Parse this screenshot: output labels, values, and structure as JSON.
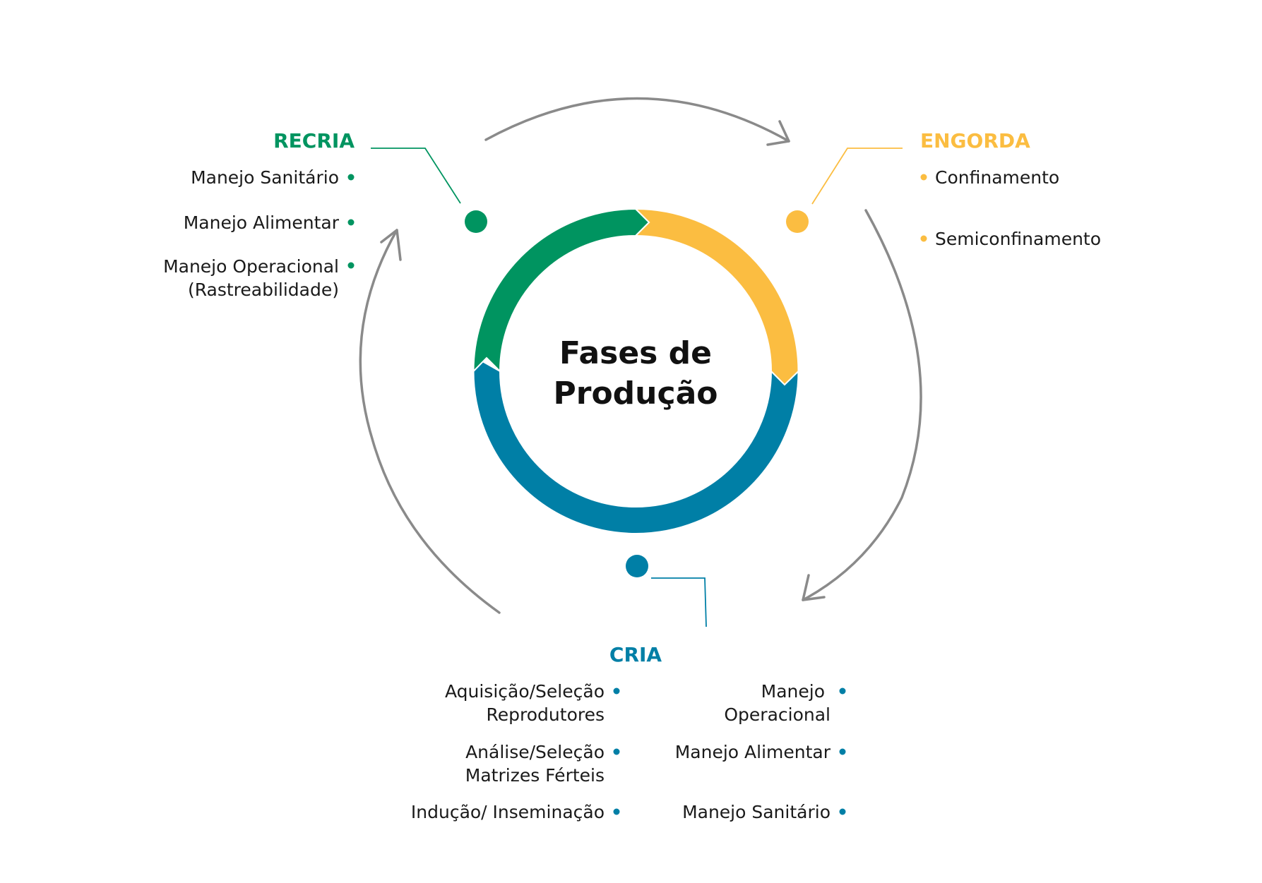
{
  "center": {
    "line1": "Fases de",
    "line2": "Produção"
  },
  "colors": {
    "recria": "#009460",
    "engorda": "#fbbd41",
    "cria": "#007fa6",
    "arrow": "#8a8a8a",
    "text": "#1a1a1a"
  },
  "recria": {
    "title": "RECRIA",
    "items": [
      {
        "line1": "Manejo Sanitário",
        "line2": ""
      },
      {
        "line1": "Manejo Alimentar",
        "line2": ""
      },
      {
        "line1": "Manejo Operacional",
        "line2": "(Rastreabilidade)"
      }
    ]
  },
  "engorda": {
    "title": "ENGORDA",
    "items": [
      {
        "line1": "Confinamento"
      },
      {
        "line1": "Semiconfinamento"
      }
    ]
  },
  "cria": {
    "title": "CRIA",
    "left_items": [
      {
        "line1": "Aquisição/Seleção",
        "line2": "Reprodutores"
      },
      {
        "line1": "Análise/Seleção",
        "line2": "Matrizes Férteis"
      },
      {
        "line1": "Indução/ Inseminação",
        "line2": ""
      }
    ],
    "right_items": [
      {
        "line1": "Manejo",
        "line2": "Operacional"
      },
      {
        "line1": "Manejo Alimentar",
        "line2": ""
      },
      {
        "line1": "Manejo Sanitário",
        "line2": ""
      }
    ]
  }
}
